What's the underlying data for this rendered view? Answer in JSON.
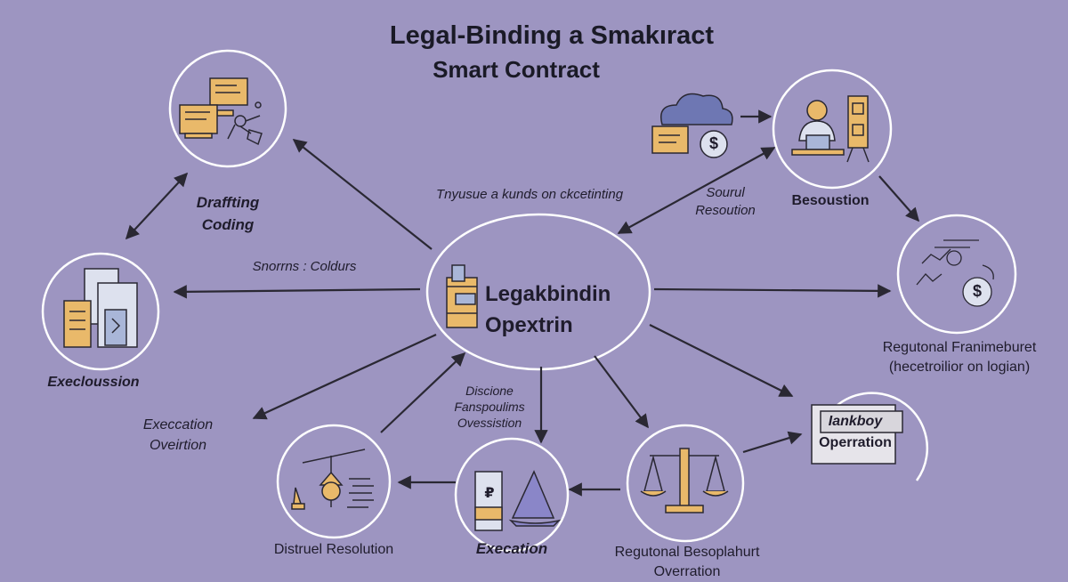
{
  "title_line1": "Legal-Binding a Smakıract",
  "title_line2": "Smart Contract",
  "center": {
    "line1": "Legakbindin",
    "line2": "Opextrin"
  },
  "nodes": {
    "drafting": {
      "line1": "Draffting",
      "line2": "Coding"
    },
    "execlousstion": {
      "label": "Execloussion"
    },
    "besoustion": {
      "label": "Besoustion"
    },
    "regutonal_framework": {
      "line1": "Regutonal Franimeburet",
      "line2": "(hecetroilior on logian)"
    },
    "iankboy": {
      "line1": "Iankboy",
      "line2": "Operration"
    },
    "distruel": {
      "label": "Distruel Resolution"
    },
    "execation_bottom": {
      "label": "Execation"
    },
    "regutonal_bottom": {
      "line1": "Regutonal Besoplahurt",
      "line2": "Overration"
    }
  },
  "edge_labels": {
    "tnyusue": "Tnyusue a kunds on ckcetinting",
    "sourul_line1": "Sourul",
    "sourul_line2": "Resoution",
    "snorrns": "Snorrns : Coldurs",
    "execation_left_line1": "Execcation",
    "execation_left_line2": "Oveirtion",
    "discione_line1": "Discione",
    "discione_line2": "Fanspoulims",
    "discione_line3": "Ovessistion"
  },
  "icon_text": {
    "dollar": "$",
    "peso": "₽"
  },
  "colors": {
    "background": "#9d95c1",
    "line": "#2a2833",
    "circle_stroke": "#ffffff",
    "icon_fill": "#e9b96a",
    "icon_blue": "#a9b6d8",
    "cloud": "#6e77b3"
  }
}
